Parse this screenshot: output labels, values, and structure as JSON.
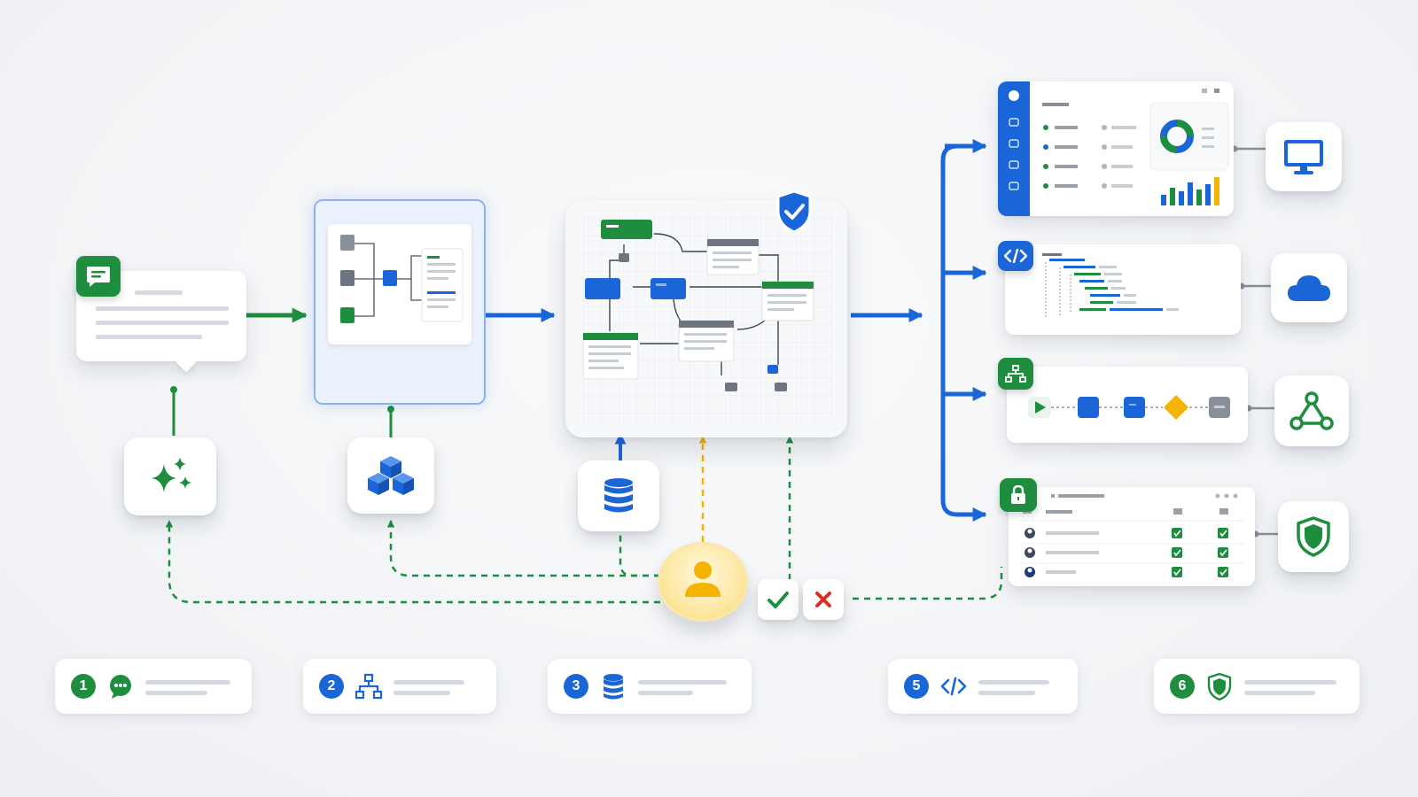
{
  "colors": {
    "green": "#1e8e3e",
    "blue": "#1a66d9",
    "amber": "#f5b301",
    "red": "#d93025",
    "gray": "#7d848e"
  },
  "pipeline": {
    "intake": {
      "badge_icon": "chat-icon",
      "tile_icon": "sparkle-icon"
    },
    "design": {
      "tile_icon": "cubes-icon"
    },
    "canvas": {
      "badge_icon": "shield-check-icon",
      "tile_icon": "database-icon"
    },
    "reviewer": {
      "icon": "user-icon",
      "approve_icon": "check-icon",
      "reject_icon": "close-icon"
    },
    "outputs": [
      {
        "panel": "dashboard",
        "badge_icon": "lightning-icon",
        "target_icon": "monitor-icon"
      },
      {
        "panel": "code",
        "badge_icon": "code-icon",
        "target_icon": "cloud-icon"
      },
      {
        "panel": "workflow",
        "badge_icon": "hierarchy-icon",
        "target_icon": "branch-icon"
      },
      {
        "panel": "access-table",
        "badge_icon": "lock-icon",
        "target_icon": "shield-icon"
      }
    ]
  },
  "legend": [
    {
      "number": "1",
      "icon": "chat-icon",
      "color": "#1e8e3e"
    },
    {
      "number": "2",
      "icon": "hierarchy-icon",
      "color": "#1a66d9"
    },
    {
      "number": "3",
      "icon": "database-icon",
      "color": "#1a66d9"
    },
    {
      "number": "5",
      "icon": "code-icon",
      "color": "#1a66d9"
    },
    {
      "number": "6",
      "icon": "shield-icon",
      "color": "#1e8e3e"
    }
  ]
}
